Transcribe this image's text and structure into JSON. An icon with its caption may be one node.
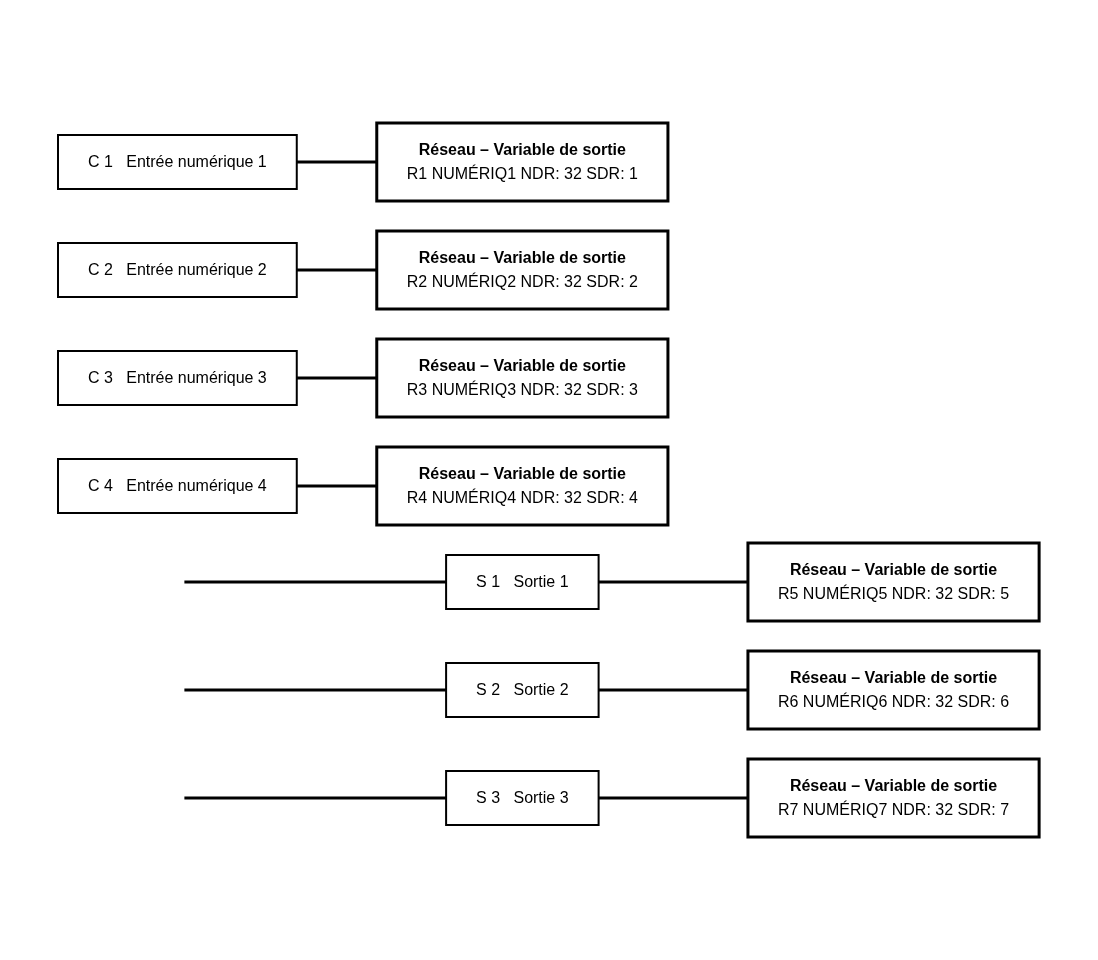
{
  "diagram": {
    "nodes": [
      {
        "text": [
          "C 1",
          "Entrée numérique 1"
        ]
      },
      {
        "text": [
          "Réseau – Variable de sortie",
          "R1 NUMÉRIQ1 NDR: 32 SDR: 1"
        ]
      },
      {
        "text": [
          "C 2",
          "Entrée numérique 2"
        ]
      },
      {
        "text": [
          "Réseau – Variable de sortie",
          "R2 NUMÉRIQ2 NDR: 32 SDR: 2"
        ]
      },
      {
        "text": [
          "C 3",
          "Entrée numérique 3"
        ]
      },
      {
        "text": [
          "Réseau – Variable de sortie",
          "R3 NUMÉRIQ3 NDR: 32 SDR: 3"
        ]
      },
      {
        "text": [
          "C 4",
          "Entrée numérique 4"
        ]
      },
      {
        "text": [
          "Réseau – Variable de sortie",
          "R4 NUMÉRIQ4 NDR: 32 SDR: 4"
        ]
      },
      {
        "text": [
          "S 1",
          "Sortie 1"
        ]
      },
      {
        "text": [
          "Réseau – Variable de sortie",
          "R5 NUMÉRIQ5 NDR: 32 SDR: 5"
        ]
      },
      {
        "text": [
          "S 2",
          "Sortie 2"
        ]
      },
      {
        "text": [
          "Réseau – Variable de sortie",
          "R6 NUMÉRIQ6 NDR: 32 SDR: 6"
        ]
      },
      {
        "text": [
          "S 3",
          "Sortie 3"
        ]
      },
      {
        "text": [
          "Réseau – Variable de sortie",
          "R7 NUMÉRIQ7 NDR: 32 SDR: 7"
        ]
      }
    ],
    "edges": [
      {
        "from": 0,
        "to": 1,
        "arrow": "none"
      },
      {
        "from": 2,
        "to": 3,
        "arrow": "none"
      },
      {
        "from": 4,
        "to": 5,
        "arrow": "none"
      },
      {
        "from": 6,
        "to": 7,
        "arrow": "none"
      },
      {
        "from": null,
        "to": 8,
        "arrow": "none"
      },
      {
        "from": 8,
        "to": 9,
        "arrow": "none"
      },
      {
        "from": null,
        "to": 10,
        "arrow": "none"
      },
      {
        "from": 10,
        "to": 11,
        "arrow": "none"
      },
      {
        "from": null,
        "to": 12,
        "arrow": "none"
      },
      {
        "from": 12,
        "to": 13,
        "arrow": "none"
      }
    ]
  }
}
